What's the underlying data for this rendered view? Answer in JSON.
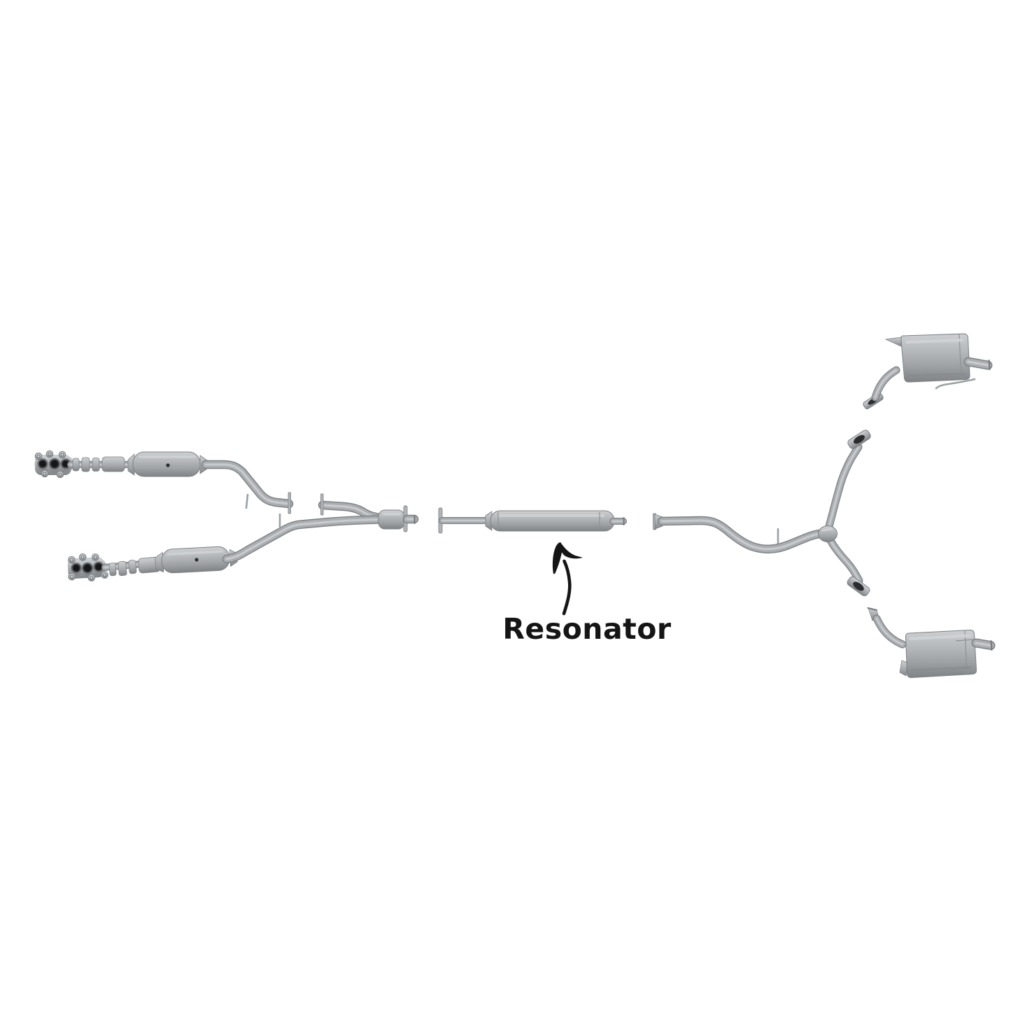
{
  "annotation": {
    "label": "Resonator"
  },
  "colors": {
    "background": "#ffffff",
    "metal_base": "#aaaeb1",
    "metal_light": "#cdd0d2",
    "metal_dark": "#7e8285",
    "port_hole": "#222426",
    "annotation_ink": "#151515"
  },
  "diagram": {
    "kind": "exhaust-system-exploded-diagram",
    "parts": [
      "exhaust-manifold-flange-upper",
      "flex-pipe-upper",
      "catalytic-converter-upper",
      "exhaust-manifold-flange-lower",
      "flex-pipe-lower",
      "catalytic-converter-lower",
      "front-y-collector",
      "resonator",
      "intermediate-pipe",
      "rear-y-splitter",
      "muffler-rear-upper",
      "muffler-rear-lower"
    ]
  }
}
